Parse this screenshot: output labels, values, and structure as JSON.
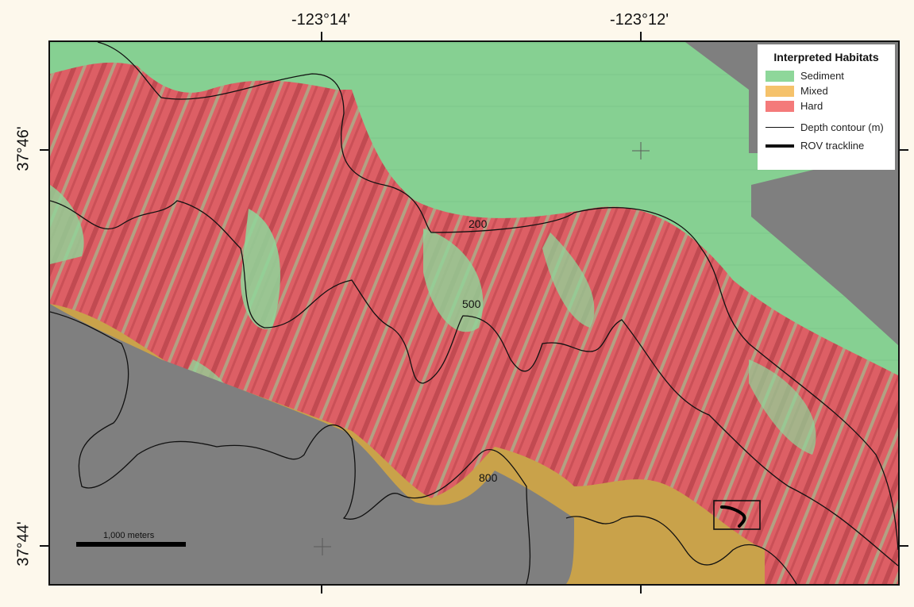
{
  "axes": {
    "longitude_labels": [
      "-123°14'",
      "-123°12'"
    ],
    "latitude_labels": [
      "37°46'",
      "37°44'"
    ]
  },
  "legend": {
    "title": "Interpreted Habitats",
    "items": [
      {
        "label": "Sediment",
        "color": "#8ed79a"
      },
      {
        "label": "Mixed",
        "color": "#f5c26b"
      },
      {
        "label": "Hard",
        "color": "#f47a7a"
      }
    ],
    "line_items": [
      {
        "label": "Depth contour (m)"
      },
      {
        "label": "ROV trackline"
      }
    ]
  },
  "contours": [
    "200",
    "500",
    "800"
  ],
  "scalebar": {
    "label": "1,000 meters"
  },
  "colors": {
    "sediment": "#7cc987",
    "hard": "#d9595f",
    "hard_dark": "#b63e47",
    "mixed": "#c9a24a",
    "land": "#7f7f7f"
  }
}
